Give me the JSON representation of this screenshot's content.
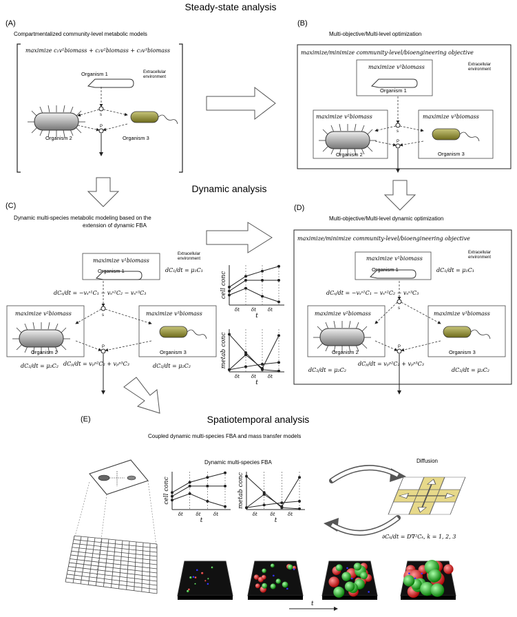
{
  "sections": {
    "steady_state": "Steady-state analysis",
    "dynamic": "Dynamic analysis",
    "spatiotemporal": "Spatiotemporal analysis"
  },
  "panels": {
    "a": {
      "label": "(A)",
      "caption": "Compartmentalized community-level metabolic models",
      "objective": "maximize c₁v¹biomass + c₂v²biomass + c₃v³biomass"
    },
    "b": {
      "label": "(B)",
      "caption": "Multi-objective/Multi-level optimization",
      "objective": "maximize/minimize community-level/bioengineering objective"
    },
    "c": {
      "label": "(C)",
      "caption_line1": "Dynamic multi-species metabolic modeling based on the",
      "caption_line2": "extension of dynamic FBA"
    },
    "d": {
      "label": "(D)",
      "caption": "Multi-objective/Multi-level dynamic optimization",
      "objective": "maximize/minimize community-level/bioengineering objective"
    },
    "e": {
      "label": "(E)",
      "caption": "Coupled dynamic multi-species FBA and mass transfer models",
      "sub_fba": "Dynamic multi-species FBA",
      "sub_diffusion": "Diffusion",
      "diffusion_eq": "∂Cₖ/dt = D∇²Cₖ, k = 1, 2, 3",
      "time_label": "t"
    }
  },
  "organisms": {
    "o1": "Organism 1",
    "o2": "Organism 2",
    "o3": "Organism 3"
  },
  "environment": {
    "line1": "Extracellular",
    "line2": "environment"
  },
  "nodes": {
    "s": "s",
    "p": "P"
  },
  "objectives": {
    "org1": "maximize v¹biomass",
    "org2": "maximize v²biomass",
    "org3": "maximize v³biomass"
  },
  "equations": {
    "dc1": "dC₁/dt = μ₁C₁",
    "dcs": "dCₛ/dt = −vₛˢ¹C₁ − vₛˢ²C₂ − vₛˢ³C₃",
    "dcp": "dCₚ/dt = vₚᵖ²C₂ + vₚᵖ³C₃",
    "dc2": "dC₂/dt = μ₂C₂"
  },
  "plot_axes": {
    "cell_conc": "cell conc",
    "metab_conc": "metab conc",
    "t": "t",
    "dt": "δt"
  },
  "chart_data": [
    {
      "type": "line",
      "title": "",
      "ylabel": "cell conc",
      "xlabel": "t",
      "x": [
        0,
        1,
        2,
        3
      ],
      "series": [
        {
          "values": [
            0.45,
            0.72,
            0.85,
            0.97
          ]
        },
        {
          "values": [
            0.35,
            0.62,
            0.62,
            0.62
          ]
        },
        {
          "values": [
            0.25,
            0.42,
            0.22,
            0.08
          ]
        }
      ],
      "ylim": [
        0,
        1
      ]
    },
    {
      "type": "line",
      "title": "",
      "ylabel": "metab conc",
      "xlabel": "t",
      "x": [
        0,
        1,
        2,
        3
      ],
      "series": [
        {
          "values": [
            0.88,
            0.45,
            0.05,
            0.02
          ]
        },
        {
          "values": [
            0.05,
            0.4,
            0.08,
            0.85
          ]
        },
        {
          "values": [
            0.05,
            0.12,
            0.18,
            0.22
          ]
        }
      ],
      "ylim": [
        0,
        1
      ]
    }
  ],
  "colors": {
    "org2": "#8e8e8e",
    "org3": "#8c8a38",
    "grid_yellow": "#e7d98a",
    "micro_red": "#d22",
    "micro_green": "#2b2",
    "micro_blue": "#22d"
  }
}
